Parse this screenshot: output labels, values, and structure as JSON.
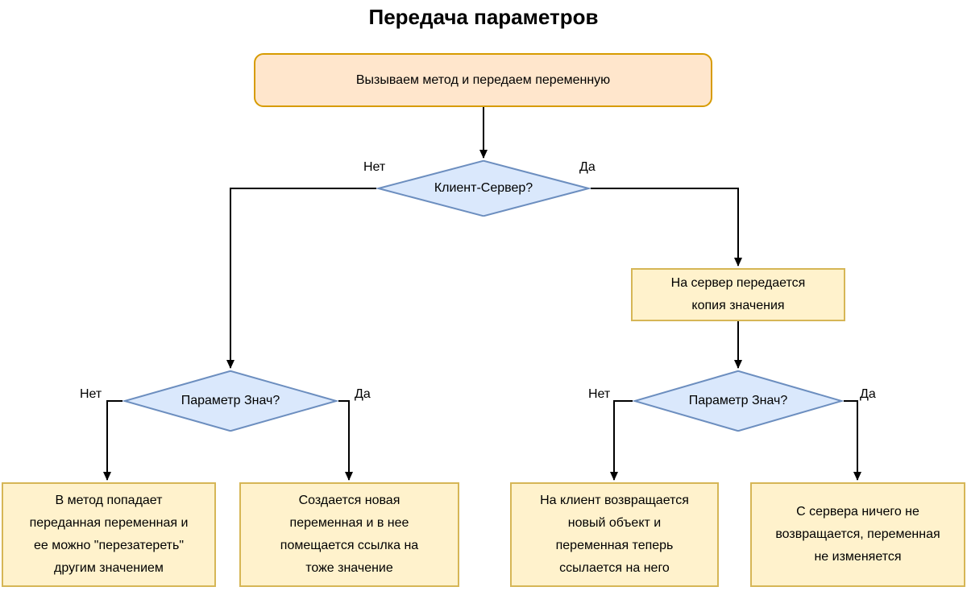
{
  "title": "Передача параметров",
  "colors": {
    "start_fill": "#FFE6CC",
    "start_border": "#D79B00",
    "decision_fill": "#DAE8FC",
    "decision_border": "#6C8EBF",
    "process_fill": "#FFF2CC",
    "process_border": "#D6B656",
    "connector": "#000000",
    "text": "#000000",
    "background": "#FFFFFF"
  },
  "nodes": {
    "start": {
      "label": "Вызываем метод и передаем переменную"
    },
    "decision_client_server": {
      "label": "Клиент-Сервер?"
    },
    "process_copy_to_server": {
      "label": "На сервер передается\nкопия значения"
    },
    "decision_param_value_left": {
      "label": "Параметр Знач?"
    },
    "decision_param_value_right": {
      "label": "Параметр Знач?"
    },
    "result_overwrite": {
      "label": "В метод попадает\nпереданная переменная и\nее можно \"перезатереть\"\nдругим значением"
    },
    "result_new_reference": {
      "label": "Создается новая\nпеременная и в нее\nпомещается ссылка на\nтоже значение"
    },
    "result_new_object": {
      "label": "На клиент возвращается\nновый объект и\nпеременная теперь\nссылается на него"
    },
    "result_nothing_returned": {
      "label": "С сервера ничего не\nвозвращается, переменная\nне изменяется"
    }
  },
  "edge_labels": {
    "client_server_no": "Нет",
    "client_server_yes": "Да",
    "param_left_no": "Нет",
    "param_left_yes": "Да",
    "param_right_no": "Нет",
    "param_right_yes": "Да"
  }
}
